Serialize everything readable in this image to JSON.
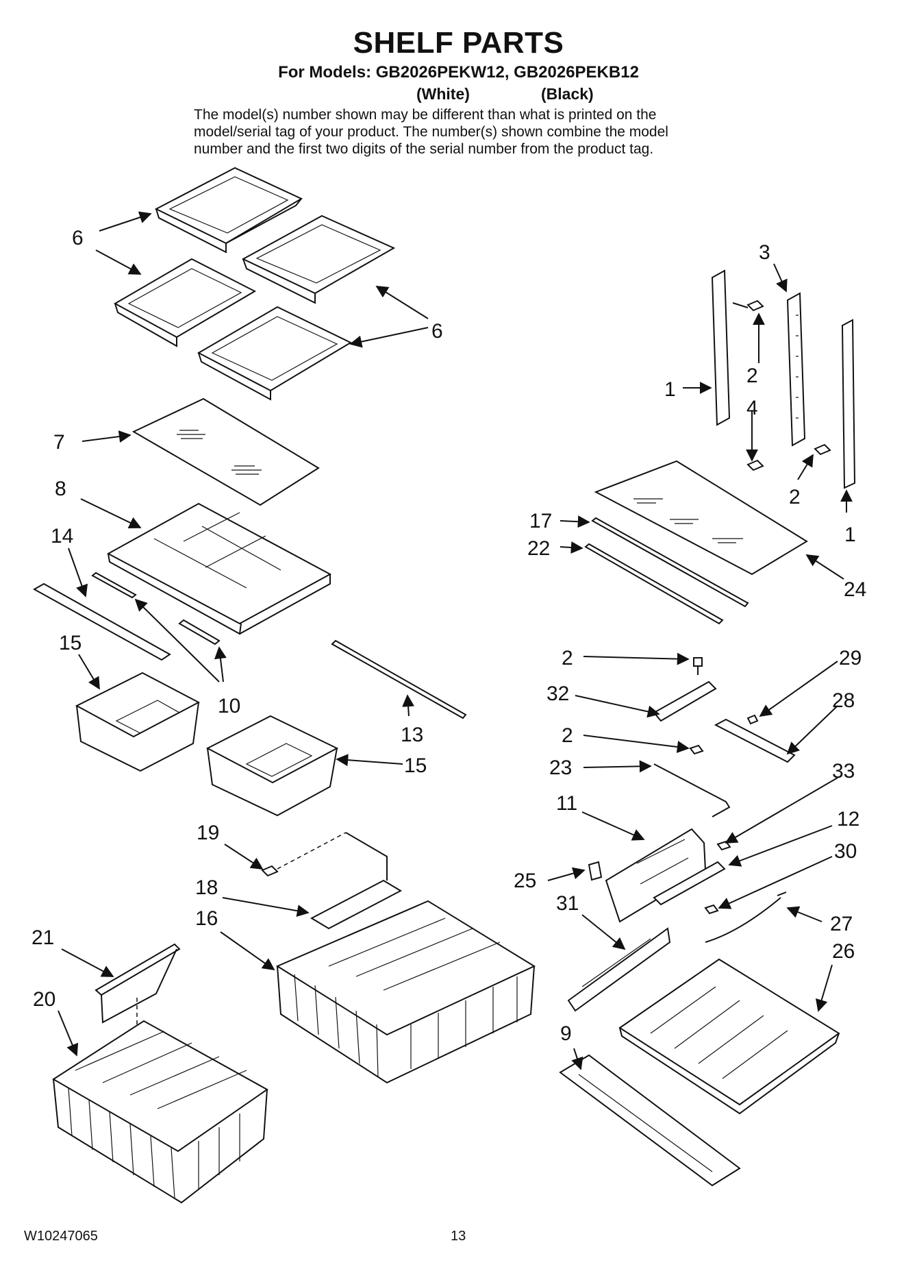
{
  "header": {
    "title": "SHELF PARTS",
    "models_line": "For Models: GB2026PEKW12, GB2026PEKB12",
    "variant_white": "(White)",
    "variant_black": "(Black)",
    "intro_lines": [
      "The model(s) number shown may be different than what is printed on the",
      "model/serial tag of your product. The number(s) shown combine the model",
      "number and the first two digits of the serial number from the product tag."
    ]
  },
  "callouts": {
    "c6a": "6",
    "c6b": "6",
    "c3": "3",
    "c2a": "2",
    "c1a": "1",
    "c4": "4",
    "c2b": "2",
    "c1b": "1",
    "c7": "7",
    "c8": "8",
    "c14": "14",
    "c17": "17",
    "c22": "22",
    "c24": "24",
    "c15a": "15",
    "c10": "10",
    "c13": "13",
    "c15b": "15",
    "c2c": "2",
    "c29": "29",
    "c32": "32",
    "c28": "28",
    "c2d": "2",
    "c23": "23",
    "c33": "33",
    "c11": "11",
    "c12": "12",
    "c19": "19",
    "c30": "30",
    "c25": "25",
    "c18": "18",
    "c31": "31",
    "c27": "27",
    "c16": "16",
    "c21": "21",
    "c26": "26",
    "c20": "20",
    "c9": "9"
  },
  "footer": {
    "doc_number": "W10247065",
    "page_number": "13"
  }
}
